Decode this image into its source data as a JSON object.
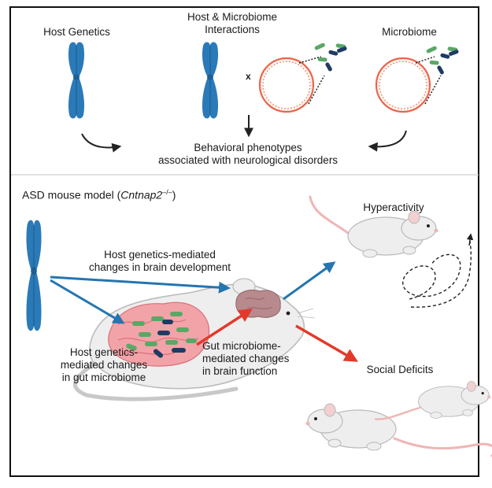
{
  "top_panel": {
    "host_genetics": "Host Genetics",
    "interactions_line1": "Host & Microbiome",
    "interactions_line2": "Interactions",
    "times_symbol": "x",
    "microbiome": "Microbiome",
    "phenotypes_line1": "Behavioral phenotypes",
    "phenotypes_line2": "associated with neurological disorders"
  },
  "bottom_panel": {
    "model_prefix": "ASD mouse model (",
    "model_gene": "Cntnap2",
    "model_superscript": "–/–",
    "model_suffix": ")",
    "hyperactivity": "Hyperactivity",
    "brain_dev_line1": "Host genetics-mediated",
    "brain_dev_line2": "changes in brain development",
    "gut_line1": "Host genetics-",
    "gut_line2": "mediated changes",
    "gut_line3": "in gut microbiome",
    "brain_fn_line1": "Gut microbiome-",
    "brain_fn_line2": "mediated changes",
    "brain_fn_line3": "in brain function",
    "social_deficits": "Social Deficits"
  },
  "colors": {
    "chromosome": "#2b7ab8",
    "chromosome_dark": "#1d5f95",
    "plasmid": "#e8654a",
    "bacteria_green": "#5aa865",
    "bacteria_navy": "#1f3b63",
    "arrow_blue": "#2475b0",
    "arrow_red": "#e23a2a",
    "intestine": "#f2a3a8",
    "mouse_body": "#eeeeee",
    "mouse_outline": "#b9b9b9",
    "brain": "#b88a8e"
  },
  "icons": [
    "chromosome-icon",
    "plasmid-icon",
    "bacteria-icon",
    "mouse-icon",
    "brain-icon",
    "intestine-icon"
  ]
}
